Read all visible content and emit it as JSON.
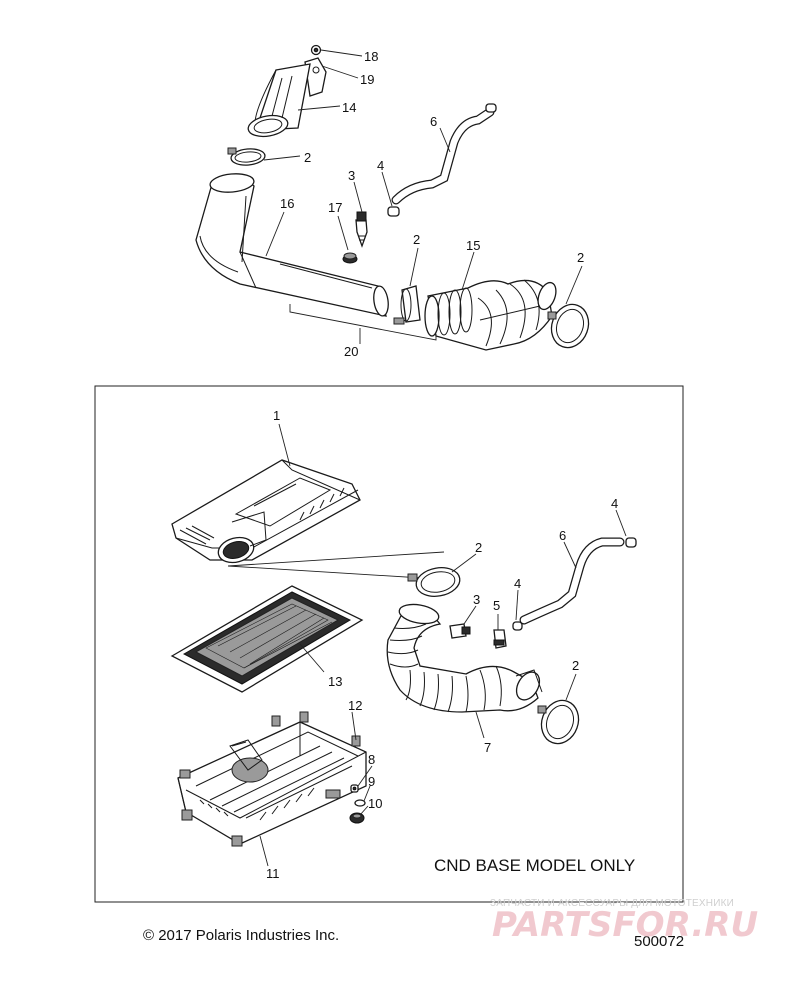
{
  "callouts_upper": {
    "c18": "18",
    "c19": "19",
    "c14": "14",
    "c2a": "2",
    "c6": "6",
    "c4": "4",
    "c3": "3",
    "c16": "16",
    "c17": "17",
    "c2b": "2",
    "c15": "15",
    "c2c": "2",
    "c20": "20"
  },
  "callouts_lower": {
    "c1": "1",
    "c2d": "2",
    "c6b": "6",
    "c4b": "4",
    "c4c": "4",
    "c3b": "3",
    "c5": "5",
    "c2e": "2",
    "c13": "13",
    "c12": "12",
    "c8": "8",
    "c9": "9",
    "c10": "10",
    "c7": "7",
    "c11": "11"
  },
  "box_label": "CND BASE MODEL ONLY",
  "copyright": "© 2017 Polaris Industries Inc.",
  "diagram_number": "500072",
  "watermark": {
    "tagline": "ЗАПЧАСТИ И АКСЕССУАРЫ ДЛЯ МОТОТЕХНИКИ",
    "brand": "PARTSFOR.RU"
  }
}
